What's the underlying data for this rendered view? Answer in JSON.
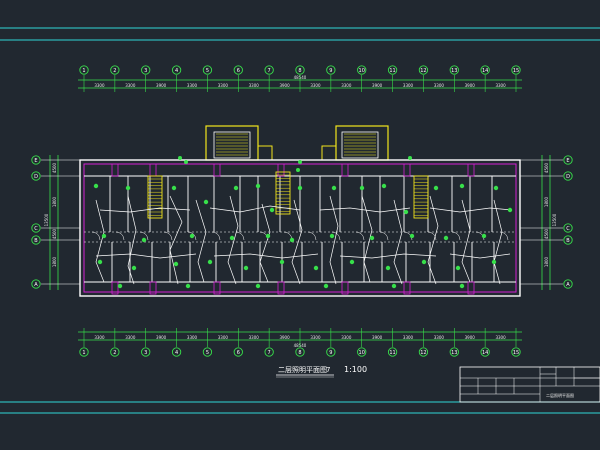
{
  "drawing": {
    "title": "二层照明平面图",
    "title_suffix": "7",
    "scale": "1:100",
    "title_block_name": "二层照明平面图"
  },
  "grid": {
    "columns": [
      "1",
      "2",
      "3",
      "4",
      "5",
      "6",
      "7",
      "8",
      "9",
      "10",
      "11",
      "12",
      "13",
      "14",
      "15"
    ],
    "rows": [
      "A",
      "B",
      "C",
      "D",
      "E"
    ]
  },
  "dimensions": {
    "top_segments": [
      "3300",
      "3300",
      "3900",
      "3300",
      "3300",
      "3300",
      "3900",
      "3300",
      "3300",
      "3900",
      "3300",
      "3300",
      "3900",
      "3300"
    ],
    "top_total": "48540",
    "bottom_segments": [
      "3300",
      "3300",
      "3900",
      "3300",
      "3300",
      "3300",
      "3900",
      "3300",
      "3300",
      "3900",
      "3300",
      "3300",
      "3900",
      "3300"
    ],
    "bottom_total": "48540",
    "left_segments": [
      "1800",
      "4500",
      "1800",
      "4500"
    ],
    "left_total": "13500",
    "right_segments": [
      "1800",
      "4500",
      "1800",
      "4500"
    ],
    "right_total": "13500"
  },
  "colors": {
    "background": "#212830",
    "border": "#2fd6d6",
    "grid_bubble": "#37e04a",
    "wall": "#ffffff",
    "stair": "#f2e51c",
    "wiring": "#ffffff",
    "partition": "#d21fd2",
    "fixture": "#37e04a"
  }
}
